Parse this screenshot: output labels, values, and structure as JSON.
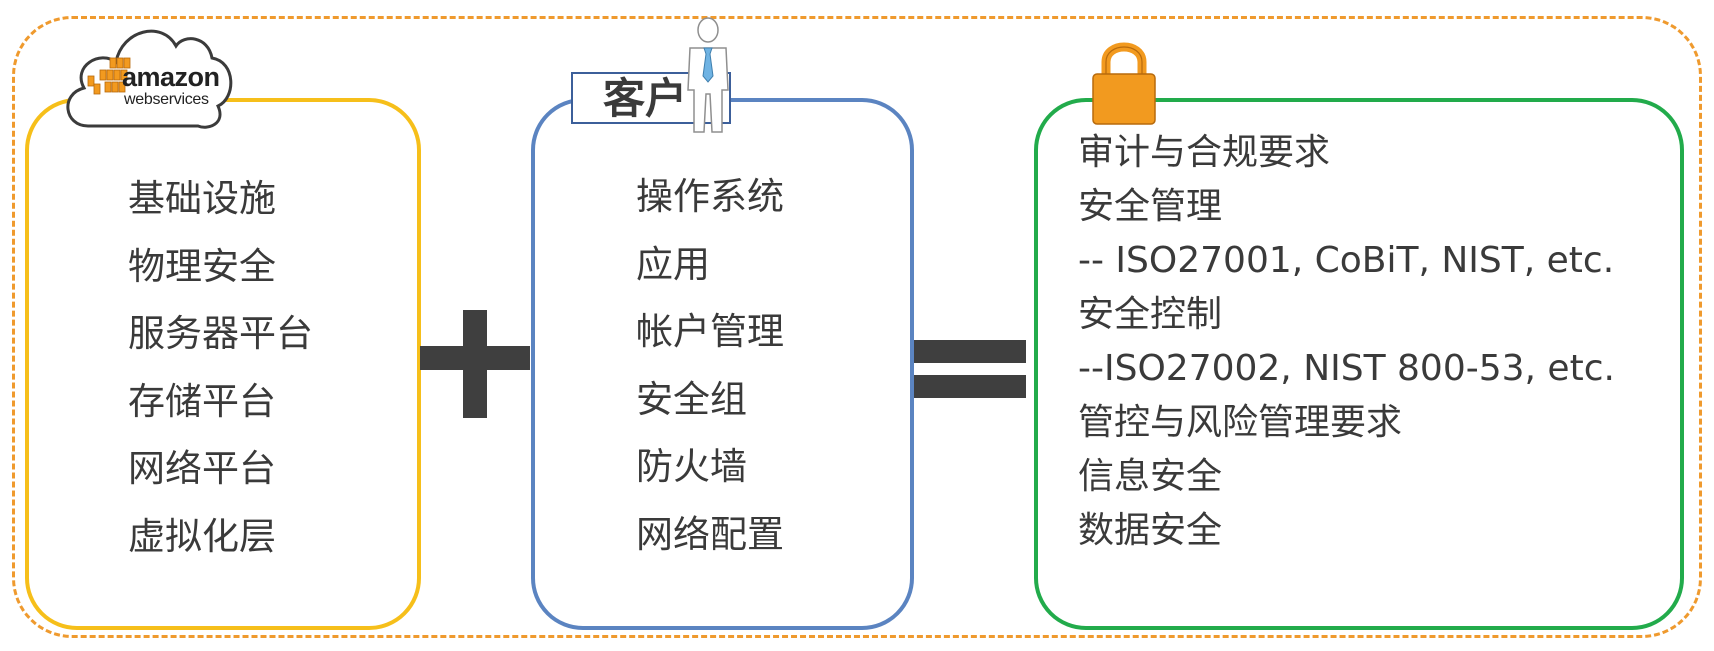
{
  "aws": {
    "logo_word": "amazon",
    "logo_sub": "webservices",
    "items": [
      "基础设施",
      "物理安全",
      "服务器平台",
      "存储平台",
      "网络平台",
      "虚拟化层"
    ]
  },
  "customer": {
    "label": "客户",
    "items": [
      "操作系统",
      "应用",
      "帐户管理",
      "安全组",
      "防火墙",
      "网络配置"
    ]
  },
  "compliance": {
    "items": [
      "审计与合规要求",
      "安全管理",
      "-- ISO27001, CoBiT, NIST, etc.",
      "安全控制",
      "--ISO27002, NIST 800-53, etc.",
      "管控与风险管理要求",
      "信息安全",
      "数据安全"
    ]
  },
  "icons": {
    "aws": "aws-cloud-logo-icon",
    "customer": "person-icon",
    "compliance": "padlock-icon"
  },
  "colors": {
    "outer_border": "#ef9a2e",
    "aws_border": "#f6bf1a",
    "customer_border": "#5b84c1",
    "compliance_border": "#22ab4b",
    "operators": "#3f3f3f"
  }
}
